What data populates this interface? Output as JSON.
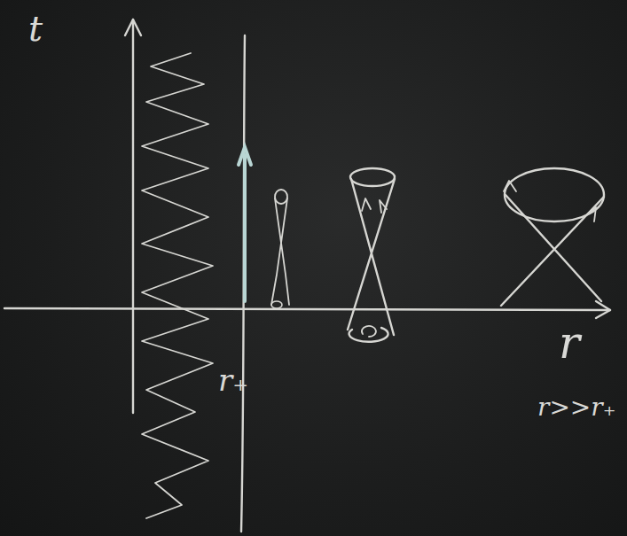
{
  "diagram": {
    "labels": [
      "t",
      "r",
      "r₊",
      "r>>r₊"
    ]
  }
}
